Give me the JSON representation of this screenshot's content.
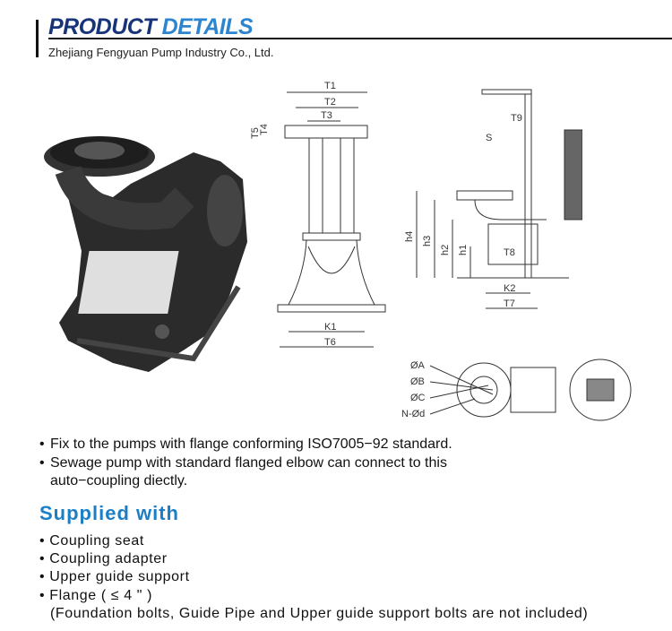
{
  "header": {
    "title_part1": "PRODUCT",
    "title_part2": "DETAILS",
    "company": "Zhejiang Fengyuan Pump Industry Co., Ltd."
  },
  "diagram_labels": {
    "t1": "T1",
    "t2": "T2",
    "t3": "T3",
    "t4": "T4",
    "t5": "T5",
    "t6": "T6",
    "t7": "T7",
    "t8": "T8",
    "t9": "T9",
    "k1": "K1",
    "k2": "K2",
    "s": "S",
    "h1": "h1",
    "h2": "h2",
    "h3": "h3",
    "h4": "h4",
    "oa": "ØA",
    "ob": "ØB",
    "oc": "ØC",
    "nd": "N-Ød"
  },
  "features": [
    "Fix to the pumps with flange conforming ISO7005−92 standard.",
    "Sewage pump with standard flanged elbow can connect  to this",
    "auto−coupling diectly."
  ],
  "supplied": {
    "heading": "Supplied with",
    "items": [
      "Coupling seat",
      "Coupling adapter",
      "Upper guide support",
      "Flange ( ≤ 4 \" )",
      "(Foundation bolts, Guide Pipe and Upper guide support bolts are not included)"
    ]
  },
  "bullet": "•",
  "colors": {
    "title_dark": "#17347a",
    "title_light": "#2d85cf",
    "heading": "#1c7fc6"
  }
}
